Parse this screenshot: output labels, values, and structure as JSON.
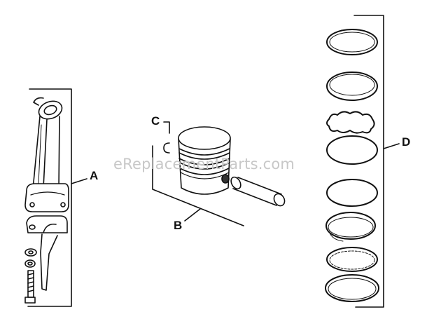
{
  "callouts": {
    "a": "A",
    "b": "B",
    "c": "C",
    "d": "D"
  },
  "watermark": "eReplacementParts.com",
  "parts": {
    "A": {
      "name": "connecting-rod-assembly"
    },
    "B": {
      "name": "piston-assembly"
    },
    "C": {
      "name": "retaining-ring"
    },
    "D": {
      "name": "piston-ring-set",
      "ring_count": 8
    }
  }
}
